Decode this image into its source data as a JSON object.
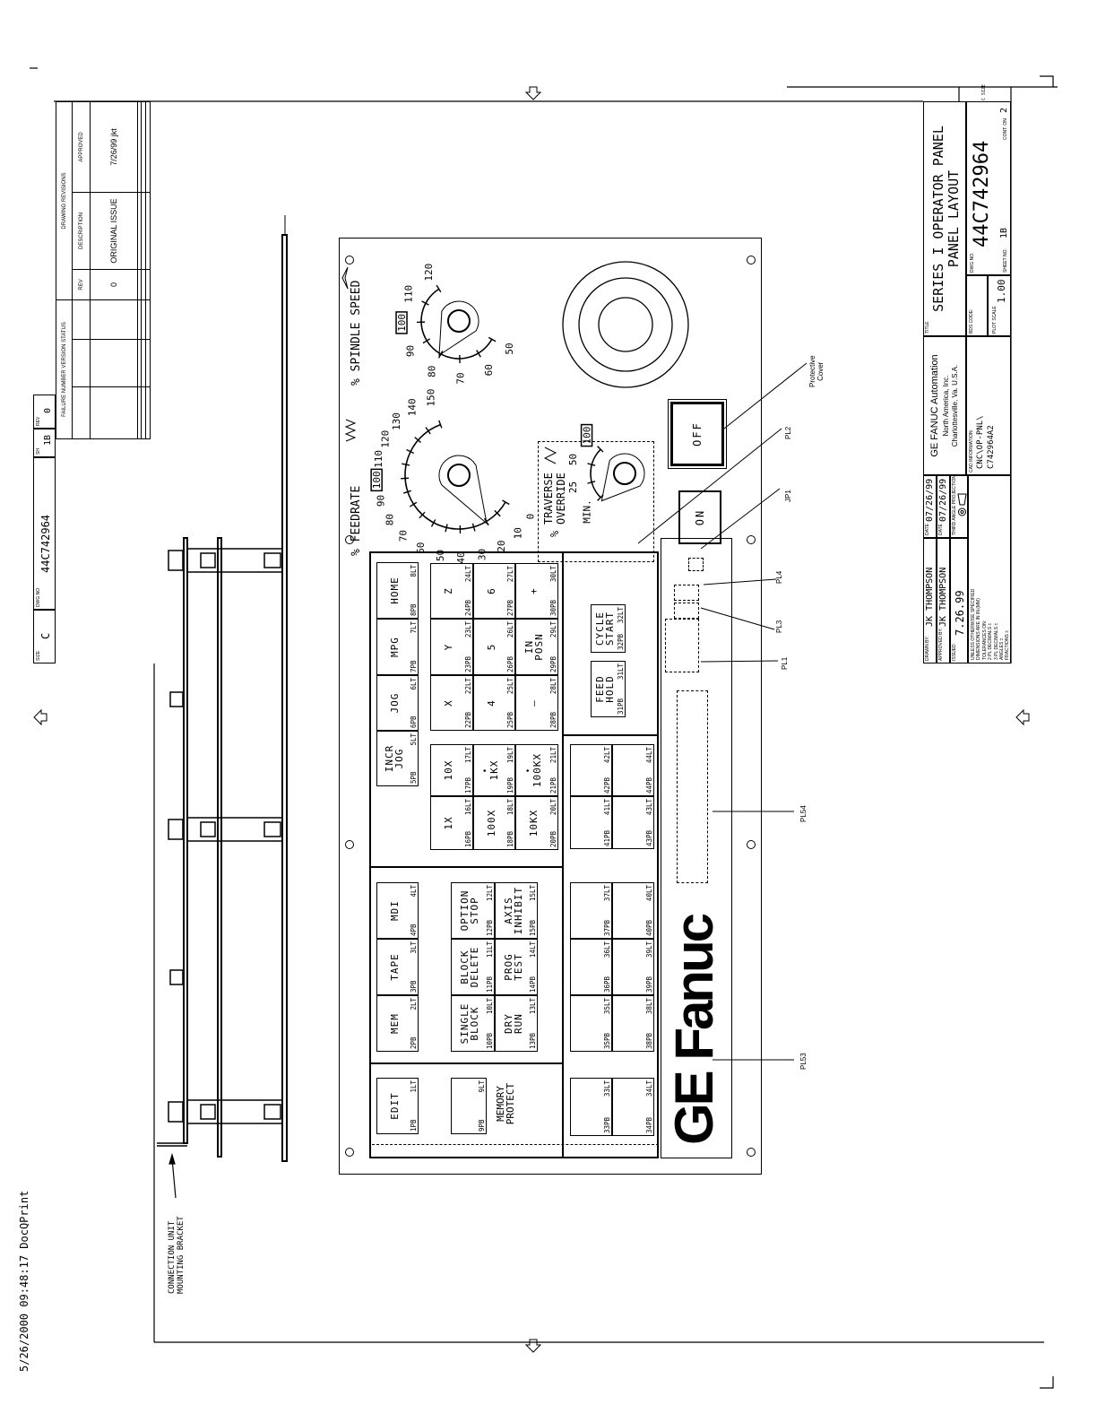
{
  "print_stamp": "5/26/2000 09:48:17 DocQPrint",
  "size_marker": "C SIZE",
  "revision_block": {
    "heading": "DRAWING REVISIONS",
    "failure_heading": "FAILURE NUMBER VERSION STATUS",
    "col_rev": "REV",
    "col_description": "DESCRIPTION",
    "col_approved": "APPROVED",
    "rows": [
      {
        "rev": "0",
        "description": "ORIGINAL ISSUE",
        "approved": "7/26/99 jkt"
      }
    ],
    "id_box": {
      "size_label": "SIZE",
      "size": "C",
      "dwg_label": "DWG NO",
      "dwg_no": "44C742964",
      "sh_label": "SH",
      "sh": "1B",
      "rev_label": "REV",
      "rev": "0"
    }
  },
  "title_block": {
    "drawn_by_label": "DRAWN BY:",
    "drawn_by": "JK THOMPSON",
    "drawn_date_label": "DATE",
    "drawn_date": "07/26/99",
    "approved_by_label": "APPROVED BY:",
    "approved_by": "JK THOMPSON",
    "approved_date_label": "DATE",
    "approved_date": "07/26/99",
    "issued_label": "ISSUED",
    "issued": "7.26.99",
    "projection": "THIRD ANGLE PROJECTION",
    "tolerances": [
      "UNLESS OTHERWISE SPECIFIED",
      "DIMENSIONS ARE IN IN.(MM)",
      "TOLERANCES ON:",
      "2 PL DECIMALS ±",
      "3 PL DECIMALS ±",
      "ANGLES ±",
      "FRACTIONS ±"
    ],
    "company": [
      "GE FANUC Automation",
      "North America, Inc.",
      "Charlottesville, Va. U.S.A."
    ],
    "cad_label": "CAD INFORMATION:",
    "cad": [
      "CNC\\OP-PNL\\",
      "C742964A2"
    ],
    "title_label": "TITLE",
    "title": [
      "SERIES I OPERATOR PANEL",
      "PANEL LAYOUT"
    ],
    "bds_label": "BDS CODE:",
    "plot_scale_label": "PLOT SCALE",
    "plot_scale": "1.00",
    "dwg_label": "DWG NO.",
    "dwg_no": "44C742964",
    "sheet_label": "SHEET NO.",
    "sheet": "1B",
    "cont_label": "CONT. ON",
    "cont": "2"
  },
  "panel": {
    "dials": {
      "spindle": {
        "label": "% SPINDLE SPEED",
        "ticks": [
          "50",
          "60",
          "70",
          "80",
          "90",
          "100",
          "110",
          "120"
        ]
      },
      "feedrate": {
        "label": "% FEEDRATE",
        "ticks": [
          "0",
          "10",
          "20",
          "30",
          "40",
          "50",
          "60",
          "70",
          "80",
          "90",
          "100",
          "110",
          "120",
          "130",
          "140",
          "150"
        ]
      },
      "traverse": {
        "prefix": "%",
        "label": "TRAVERSE",
        "label2": "OVERRIDE",
        "ticks": [
          "MIN.",
          "25",
          "50",
          "100"
        ]
      }
    },
    "switches": {
      "off": "OFF",
      "on": "ON"
    },
    "logo": "GE Fanuc",
    "buttons": [
      {
        "name": "EDIT",
        "pb": "1PB",
        "lt": "1LT"
      },
      {
        "name": "MEM",
        "pb": "2PB",
        "lt": "2LT"
      },
      {
        "name": "TAPE",
        "pb": "3PB",
        "lt": "3LT"
      },
      {
        "name": "MDI",
        "pb": "4PB",
        "lt": "4LT"
      },
      {
        "name": "INCR\nJOG",
        "pb": "5PB",
        "lt": "5LT"
      },
      {
        "name": "JOG",
        "pb": "6PB",
        "lt": "6LT"
      },
      {
        "name": "MPG",
        "pb": "7PB",
        "lt": "7LT"
      },
      {
        "name": "HOME",
        "pb": "8PB",
        "lt": "8LT"
      },
      {
        "name": "",
        "pb": "9PB",
        "lt": "9LT"
      },
      {
        "name": "SINGLE\nBLOCK",
        "pb": "10PB",
        "lt": "10LT"
      },
      {
        "name": "BLOCK\nDELETE",
        "pb": "11PB",
        "lt": "11LT"
      },
      {
        "name": "OPTION\nSTOP",
        "pb": "12PB",
        "lt": "12LT"
      },
      {
        "name": "DRY\nRUN",
        "pb": "13PB",
        "lt": "13LT"
      },
      {
        "name": "PROG\nTEST",
        "pb": "14PB",
        "lt": "14LT"
      },
      {
        "name": "AXIS\nINHIBIT",
        "pb": "15PB",
        "lt": "15LT"
      },
      {
        "name": "1X",
        "pb": "16PB",
        "lt": "16LT"
      },
      {
        "name": "10X",
        "pb": "17PB",
        "lt": "17LT"
      },
      {
        "name": "100X",
        "pb": "18PB",
        "lt": "18LT"
      },
      {
        "name": "1KX",
        "pb": "19PB",
        "lt": "19LT",
        "marker": "•"
      },
      {
        "name": "10KX",
        "pb": "20PB",
        "lt": "20LT"
      },
      {
        "name": "100KX",
        "pb": "21PB",
        "lt": "21LT",
        "marker": "•"
      },
      {
        "name": "X",
        "pb": "22PB",
        "lt": "22LT"
      },
      {
        "name": "Y",
        "pb": "23PB",
        "lt": "23LT"
      },
      {
        "name": "Z",
        "pb": "24PB",
        "lt": "24LT"
      },
      {
        "name": "4",
        "pb": "25PB",
        "lt": "25LT"
      },
      {
        "name": "5",
        "pb": "26PB",
        "lt": "26LT"
      },
      {
        "name": "6",
        "pb": "27PB",
        "lt": "27LT"
      },
      {
        "name": "–",
        "pb": "28PB",
        "lt": "28LT"
      },
      {
        "name": "IN\nPOSN",
        "pb": "29PB",
        "lt": "29LT"
      },
      {
        "name": "+",
        "pb": "30PB",
        "lt": "30LT"
      },
      {
        "name": "FEED\nHOLD",
        "pb": "31PB",
        "lt": "31LT"
      },
      {
        "name": "CYCLE\nSTART",
        "pb": "32PB",
        "lt": "32LT"
      },
      {
        "name": "",
        "pb": "33PB",
        "lt": "33LT"
      },
      {
        "name": "",
        "pb": "34PB",
        "lt": "34LT"
      },
      {
        "name": "",
        "pb": "35PB",
        "lt": "35LT"
      },
      {
        "name": "",
        "pb": "36PB",
        "lt": "36LT"
      },
      {
        "name": "",
        "pb": "37PB",
        "lt": "37LT"
      },
      {
        "name": "",
        "pb": "38PB",
        "lt": "38LT"
      },
      {
        "name": "",
        "pb": "39PB",
        "lt": "39LT"
      },
      {
        "name": "",
        "pb": "40PB",
        "lt": "40LT"
      },
      {
        "name": "",
        "pb": "41PB",
        "lt": "41LT"
      },
      {
        "name": "",
        "pb": "42PB",
        "lt": "42LT"
      },
      {
        "name": "",
        "pb": "43PB",
        "lt": "43LT"
      },
      {
        "name": "",
        "pb": "44PB",
        "lt": "44LT"
      }
    ],
    "memory_protect": "MEMORY\nPROTECT"
  },
  "callouts": {
    "protective_cover": "Protective\nCover",
    "pl2": "PL2",
    "jp1": "JP1",
    "pl4": "PL4",
    "pl3": "PL3",
    "pl1": "PL1",
    "pl54": "PL54",
    "pl53": "PL53"
  },
  "side_view": {
    "label": "CONNECTION UNIT\nMOUNTING BRACKET"
  }
}
